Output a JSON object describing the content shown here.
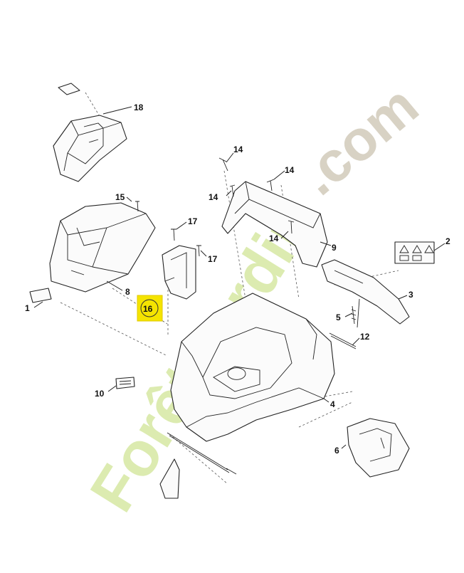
{
  "diagram": {
    "callouts": {
      "c1": "1",
      "c2": "2",
      "c3": "3",
      "c4": "4",
      "c5": "5",
      "c6": "6",
      "c8": "8",
      "c9": "9",
      "c10": "10",
      "c12": "12",
      "c14a": "14",
      "c14b": "14",
      "c14c": "14",
      "c14d": "14",
      "c15": "15",
      "c16": "16",
      "c17a": "17",
      "c17b": "17",
      "c18": "18"
    },
    "highlight_color": "#f5e400"
  },
  "watermark": {
    "text_a": "Forêt",
    "text_b": "jardin",
    "text_c": ".com",
    "colors": {
      "green": "#dcebb0",
      "orange": "#f6c48a",
      "grey": "#d8d2c4"
    }
  }
}
